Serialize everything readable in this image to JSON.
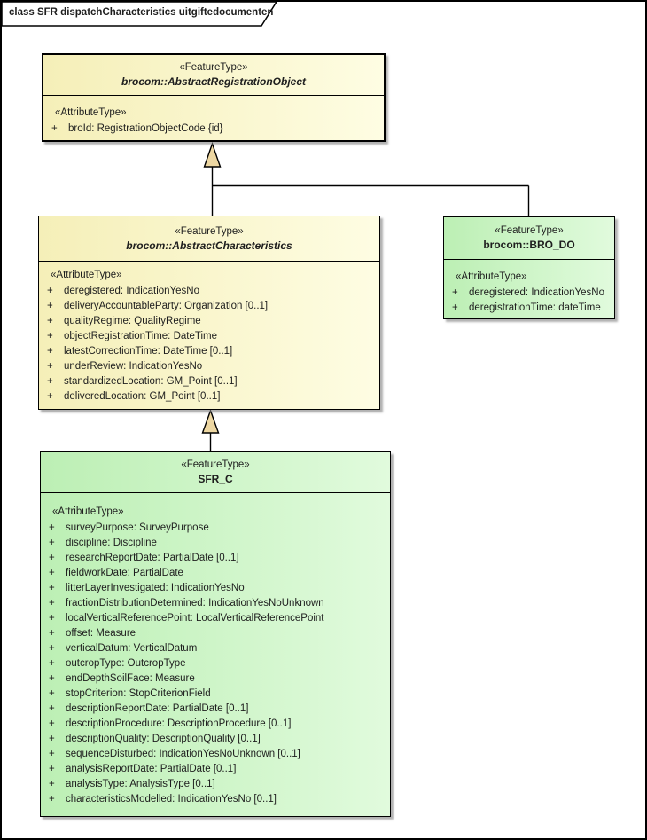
{
  "frame": {
    "title": "class SFR dispatchCharacteristics uitgiftedocumenten"
  },
  "colors": {
    "yellow_left": "#F5EFB8",
    "yellow_right": "#FEFDE3",
    "green_left": "#BCEFB4",
    "green_right": "#E1FBDD",
    "triangle_fill": "#EDD7A2",
    "line": "#000000",
    "text": "#1E1E1E"
  },
  "classes": {
    "abstractRegistrationObject": {
      "stereotype": "«FeatureType»",
      "name": "brocom::AbstractRegistrationObject",
      "attr_stereotype": "«AttributeType»",
      "attributes": [
        {
          "vis": "+",
          "text": "broId: RegistrationObjectCode {id}"
        }
      ]
    },
    "abstractCharacteristics": {
      "stereotype": "«FeatureType»",
      "name": "brocom::AbstractCharacteristics",
      "attr_stereotype": "«AttributeType»",
      "attributes": [
        {
          "vis": "+",
          "text": "deregistered: IndicationYesNo"
        },
        {
          "vis": "+",
          "text": "deliveryAccountableParty: Organization [0..1]"
        },
        {
          "vis": "+",
          "text": "qualityRegime: QualityRegime"
        },
        {
          "vis": "+",
          "text": "objectRegistrationTime: DateTime"
        },
        {
          "vis": "+",
          "text": "latestCorrectionTime: DateTime [0..1]"
        },
        {
          "vis": "+",
          "text": "underReview: IndicationYesNo"
        },
        {
          "vis": "+",
          "text": "standardizedLocation: GM_Point [0..1]"
        },
        {
          "vis": "+",
          "text": "deliveredLocation: GM_Point [0..1]"
        }
      ]
    },
    "broDo": {
      "stereotype": "«FeatureType»",
      "name": "brocom::BRO_DO",
      "attr_stereotype": "«AttributeType»",
      "attributes": [
        {
          "vis": "+",
          "text": "deregistered: IndicationYesNo"
        },
        {
          "vis": "+",
          "text": "deregistrationTime: dateTime"
        }
      ]
    },
    "sfrC": {
      "stereotype": "«FeatureType»",
      "name": "SFR_C",
      "attr_stereotype": "«AttributeType»",
      "attributes": [
        {
          "vis": "+",
          "text": "surveyPurpose: SurveyPurpose"
        },
        {
          "vis": "+",
          "text": "discipline: Discipline"
        },
        {
          "vis": "+",
          "text": "researchReportDate: PartialDate [0..1]"
        },
        {
          "vis": "+",
          "text": "fieldworkDate: PartialDate"
        },
        {
          "vis": "+",
          "text": "litterLayerInvestigated: IndicationYesNo"
        },
        {
          "vis": "+",
          "text": "fractionDistributionDetermined: IndicationYesNoUnknown"
        },
        {
          "vis": "+",
          "text": "localVerticalReferencePoint: LocalVerticalReferencePoint"
        },
        {
          "vis": "+",
          "text": "offset: Measure"
        },
        {
          "vis": "+",
          "text": "verticalDatum: VerticalDatum"
        },
        {
          "vis": "+",
          "text": "outcropType: OutcropType"
        },
        {
          "vis": "+",
          "text": "endDepthSoilFace: Measure"
        },
        {
          "vis": "+",
          "text": "stopCriterion: StopCriterionField"
        },
        {
          "vis": "+",
          "text": "descriptionReportDate: PartialDate [0..1]"
        },
        {
          "vis": "+",
          "text": "descriptionProcedure: DescriptionProcedure [0..1]"
        },
        {
          "vis": "+",
          "text": "descriptionQuality: DescriptionQuality [0..1]"
        },
        {
          "vis": "+",
          "text": "sequenceDisturbed: IndicationYesNoUnknown [0..1]"
        },
        {
          "vis": "+",
          "text": "analysisReportDate: PartialDate [0..1]"
        },
        {
          "vis": "+",
          "text": "analysisType: AnalysisType [0..1]"
        },
        {
          "vis": "+",
          "text": "characteristicsModelled: IndicationYesNo [0..1]"
        }
      ]
    }
  }
}
